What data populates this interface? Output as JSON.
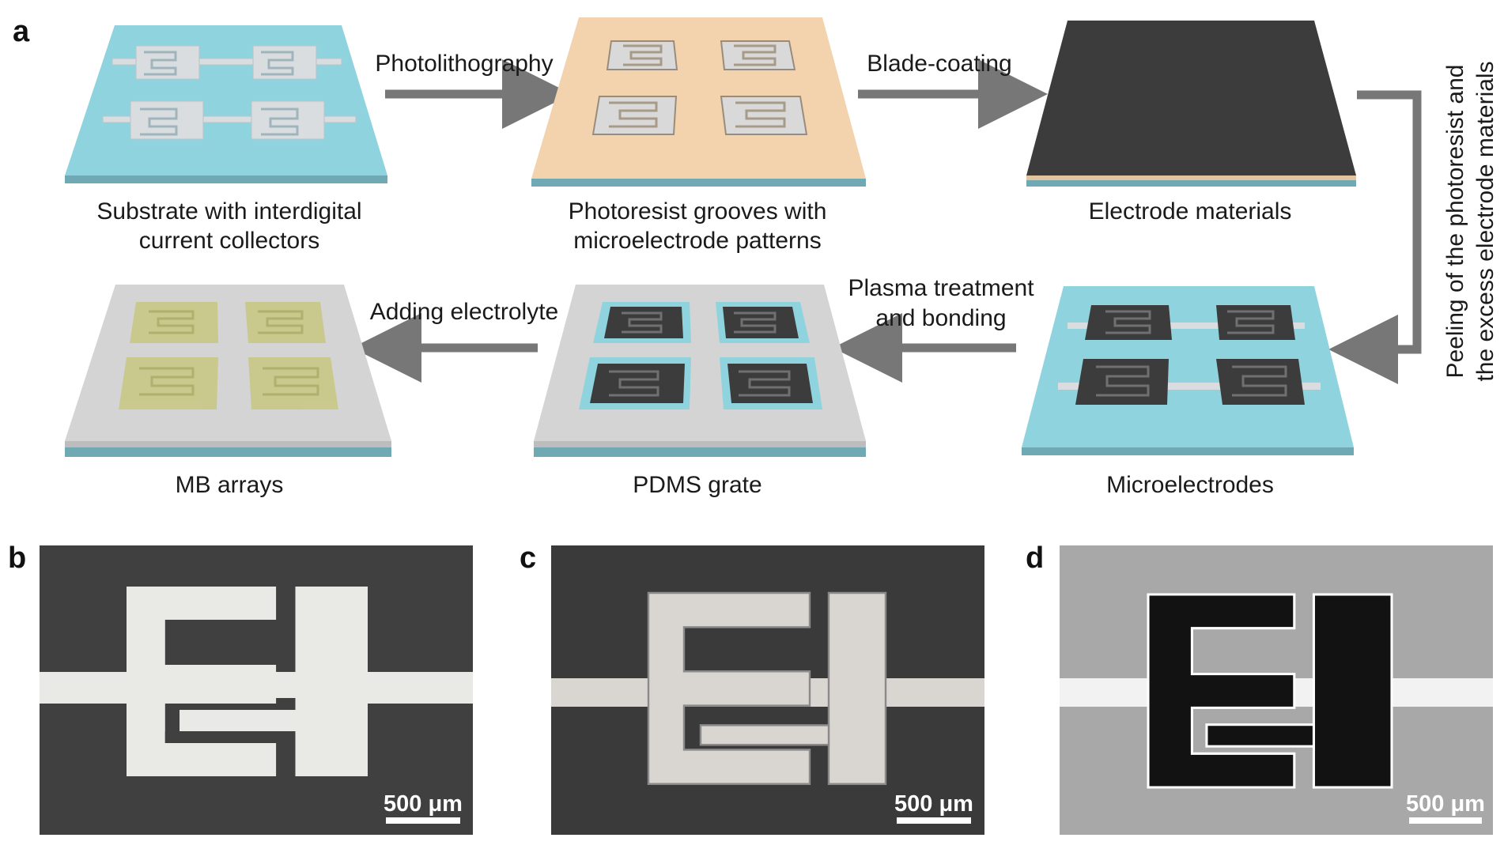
{
  "panel_labels": {
    "a": "a",
    "b": "b",
    "c": "c",
    "d": "d"
  },
  "stages": {
    "substrate": {
      "line1": "Substrate with interdigital",
      "line2": "current collectors"
    },
    "photoresist": {
      "line1": "Photoresist grooves with",
      "line2": "microelectrode patterns"
    },
    "electrode": {
      "line1": "Electrode materials"
    },
    "microelectrodes": {
      "line1": "Microelectrodes"
    },
    "pdms": {
      "line1": "PDMS grate"
    },
    "mb": {
      "line1": "MB arrays"
    }
  },
  "steps": {
    "photolithography": "Photolithography",
    "blade_coating": "Blade-coating",
    "peeling_line1": "Peeling of the photoresist and",
    "peeling_line2": "the excess electrode materials",
    "plasma_line1": "Plasma treatment",
    "plasma_line2": "and bonding",
    "adding": "Adding electrolyte"
  },
  "scale_bars": {
    "b": "500 μm",
    "c": "500 μm",
    "d": "500 μm"
  },
  "colors": {
    "substrate": "#8fd3df",
    "photoresist": "#f3d3ad",
    "electrode_dark": "#3c3c3c",
    "collector": "#d9d9d9",
    "pdms": "#d4d4d4",
    "electrolyte": "#c9c98a",
    "arrow": "#777777"
  }
}
